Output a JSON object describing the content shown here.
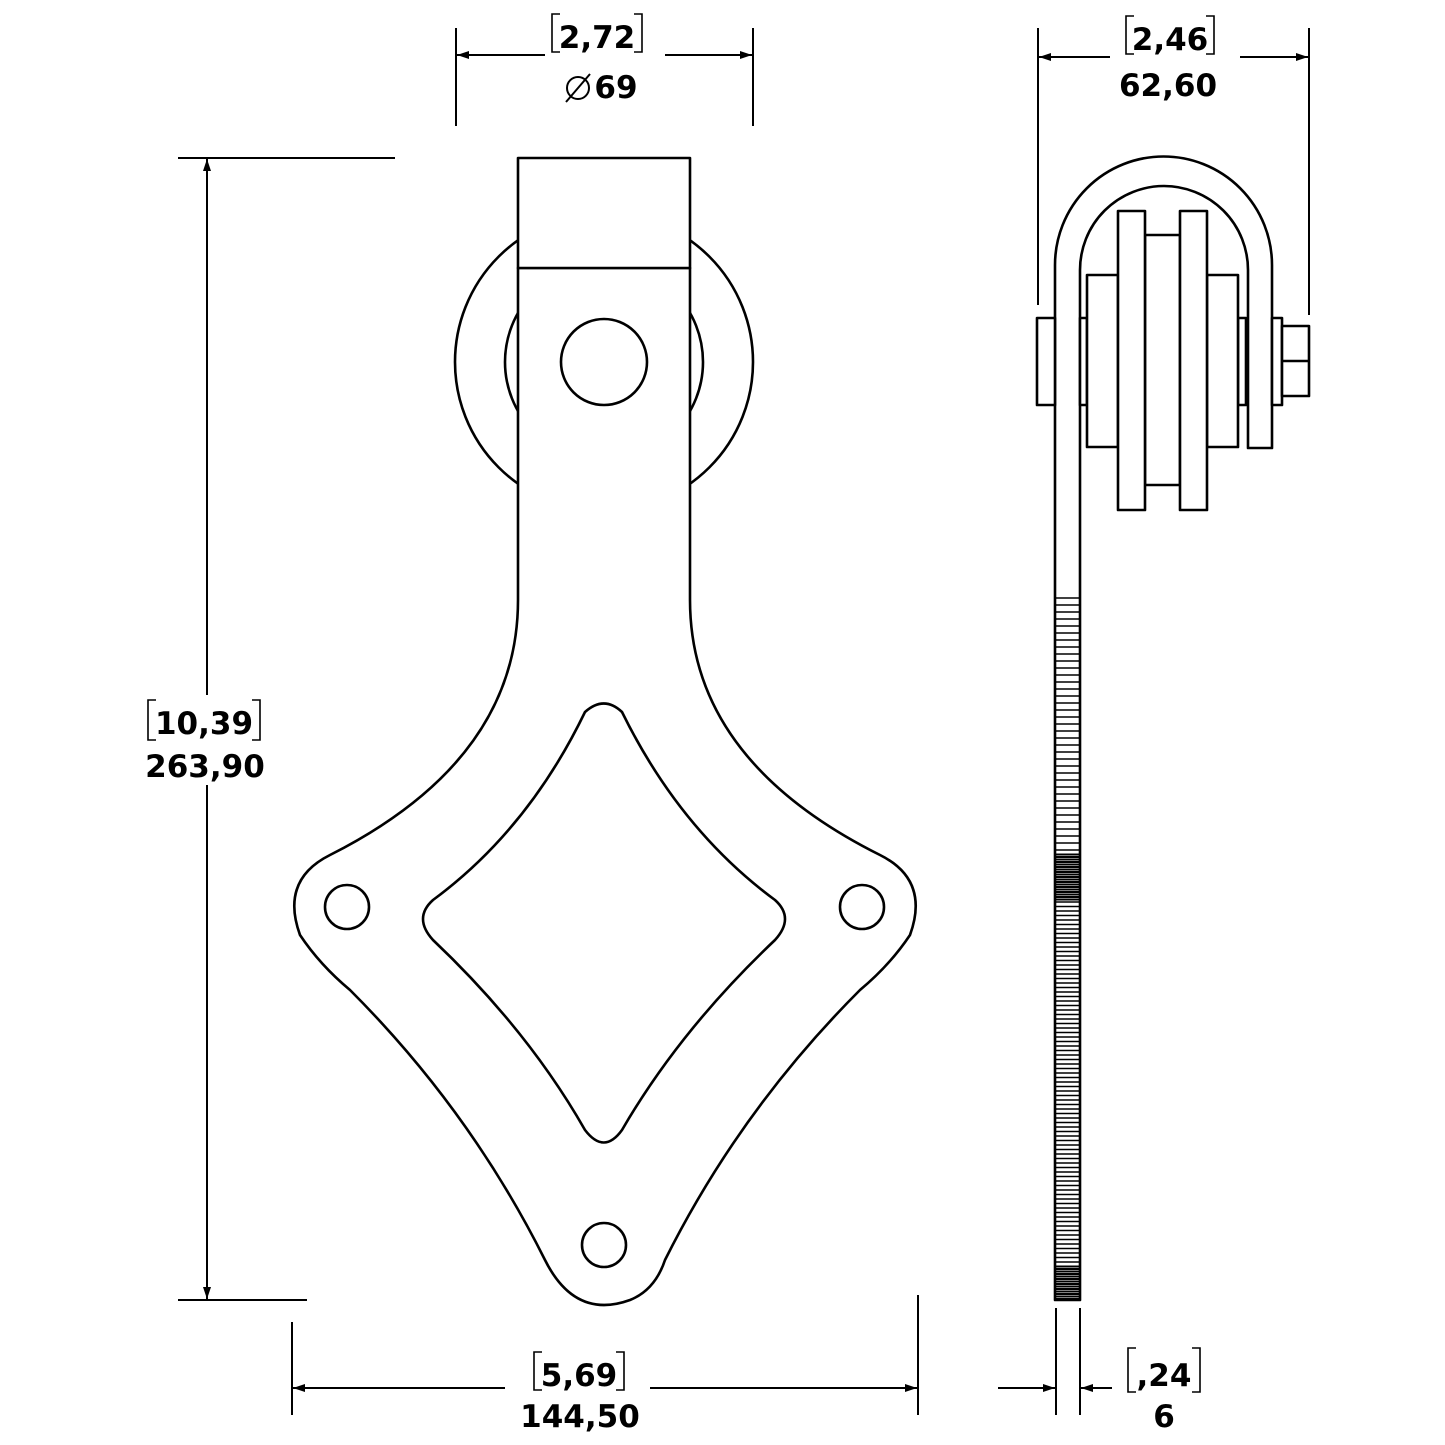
{
  "dimensions": {
    "top_diameter": {
      "inches": "2,72",
      "mm": "69",
      "symbol": "diameter-symbol"
    },
    "side_width": {
      "inches": "2,46",
      "mm": "62,60"
    },
    "total_height": {
      "inches": "10,39",
      "mm": "263,90"
    },
    "plate_width": {
      "inches": "5,69",
      "mm": "144,50"
    },
    "plate_thickness": {
      "inches": ",24",
      "mm": "6"
    }
  }
}
